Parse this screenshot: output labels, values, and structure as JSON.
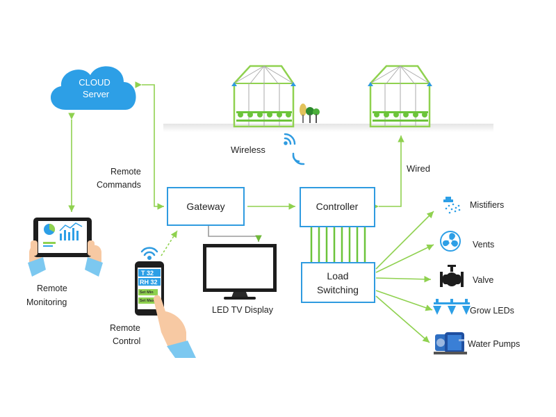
{
  "colors": {
    "box_border": "#2f9be0",
    "green_line": "#8fd14f",
    "cloud": "#2d9fe6",
    "plant": "#6cc43a",
    "dark": "#1d1d1d",
    "skin": "#f7c9a3",
    "sleeve": "#7cc8f0"
  },
  "cloud": {
    "line1": "CLOUD",
    "line2": "Server"
  },
  "labels": {
    "wireless": "Wireless",
    "wired": "Wired",
    "remote_commands_1": "Remote",
    "remote_commands_2": "Commands",
    "remote_monitoring_1": "Remote",
    "remote_monitoring_2": "Monitoring",
    "remote_control_1": "Remote",
    "remote_control_2": "Control",
    "led_tv": "LED TV Display"
  },
  "boxes": {
    "gateway": "Gateway",
    "controller": "Controller",
    "load_switching_1": "Load",
    "load_switching_2": "Switching"
  },
  "phone": {
    "row1": "T  32",
    "row2": "RH 32",
    "btn1": "Set Min",
    "btn2": "Set Max"
  },
  "devices": [
    {
      "label": "Mistifiers",
      "icon": "sprinkler-icon"
    },
    {
      "label": "Vents",
      "icon": "fan-icon"
    },
    {
      "label": "Valve",
      "icon": "valve-icon"
    },
    {
      "label": "Grow LEDs",
      "icon": "grow-led-icon"
    },
    {
      "label": "Water Pumps",
      "icon": "water-pump-icon"
    }
  ]
}
